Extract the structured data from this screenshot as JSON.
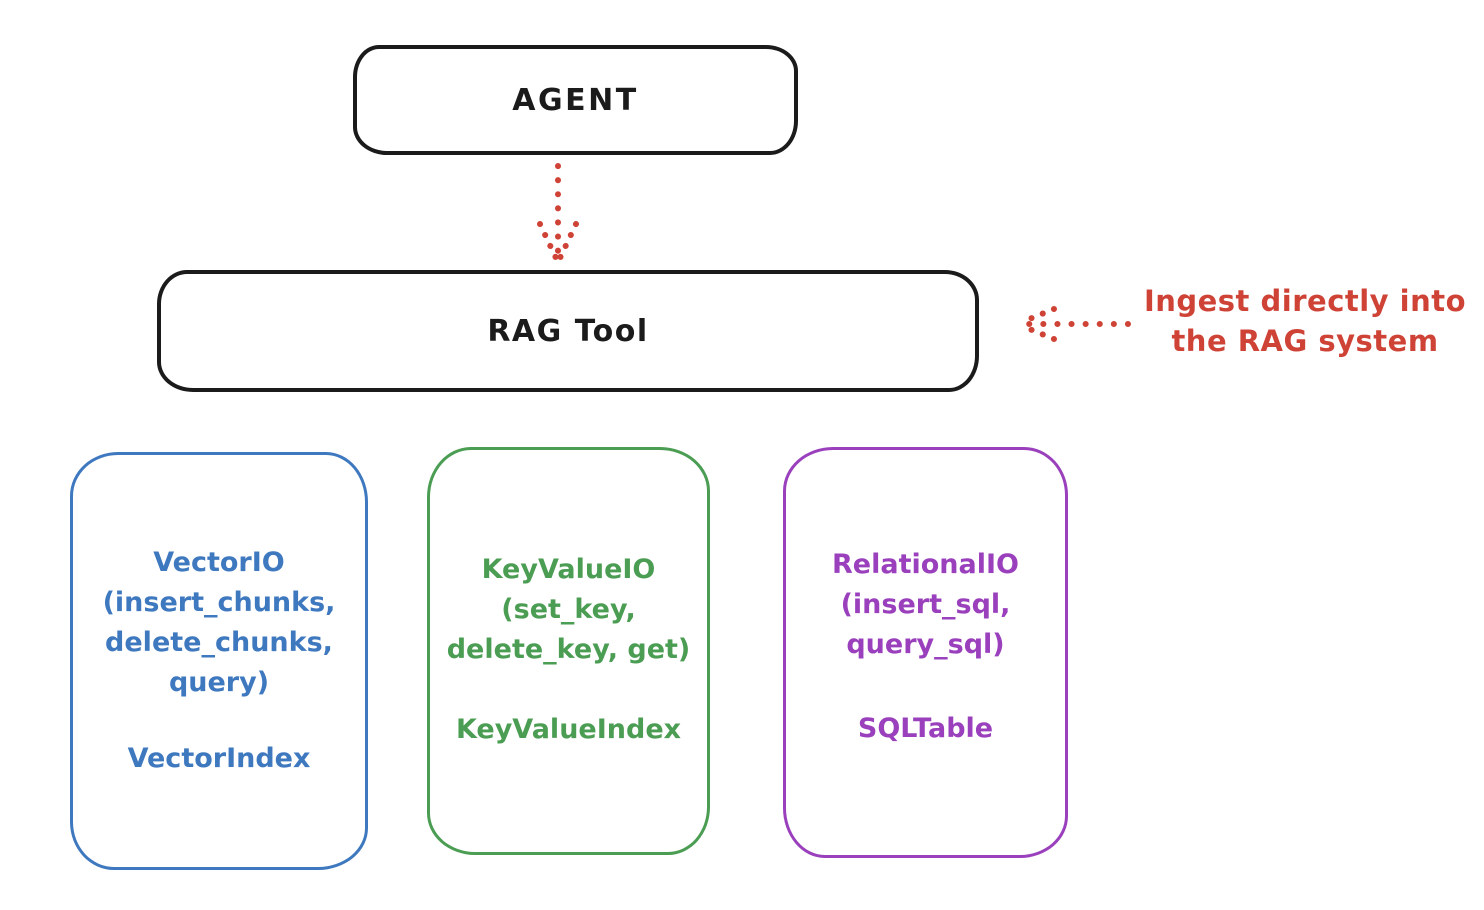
{
  "canvas": {
    "background": "#ffffff"
  },
  "colors": {
    "ink": "#1b1b1b",
    "red": "#cf4337",
    "blue": "#3e78bf",
    "green": "#4a9d52",
    "purple": "#9a40bd"
  },
  "nodes": {
    "agent": {
      "label": "AGENT"
    },
    "rag_tool": {
      "label": "RAG Tool"
    },
    "vector_io": {
      "lines": [
        "VectorIO",
        "(insert_chunks,",
        "delete_chunks,",
        "query)"
      ],
      "index": "VectorIndex"
    },
    "key_value_io": {
      "lines": [
        "KeyValueIO",
        "(set_key,",
        "delete_key, get)"
      ],
      "index": "KeyValueIndex"
    },
    "relational_io": {
      "lines": [
        "RelationalIO",
        "(insert_sql,",
        "query_sql)"
      ],
      "index": "SQLTable"
    }
  },
  "annotations": {
    "ingest": {
      "lines": [
        "Ingest directly into",
        "the RAG system"
      ]
    }
  }
}
